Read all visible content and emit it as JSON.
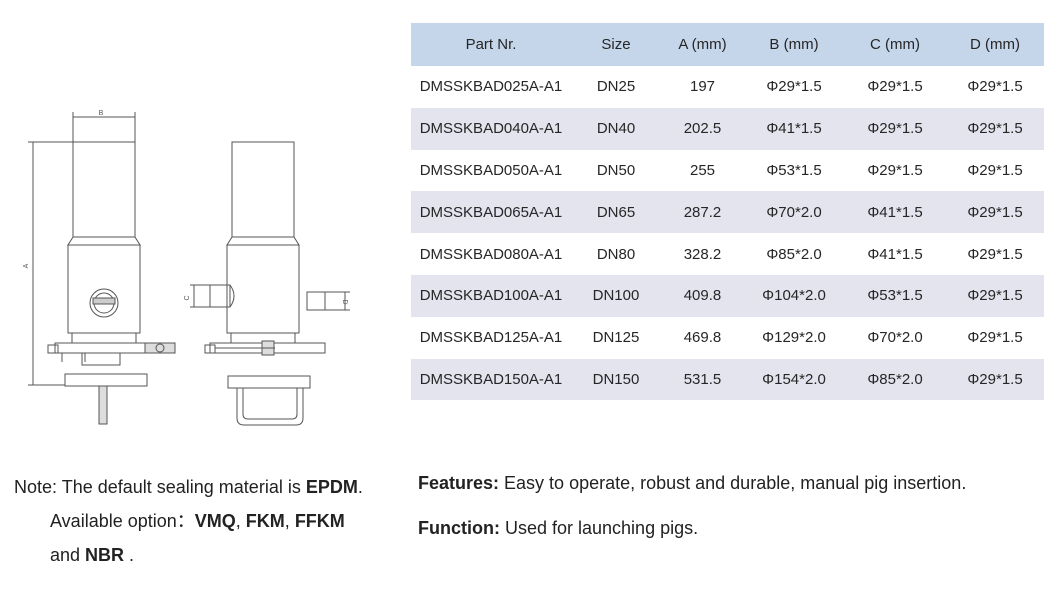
{
  "drawing": {
    "dim_labels": {
      "a": "A",
      "b": "B",
      "c": "C",
      "d": "D"
    }
  },
  "table": {
    "headers": [
      "Part Nr.",
      "Size",
      "A (mm)",
      "B (mm)",
      "C (mm)",
      "D (mm)"
    ],
    "rows": [
      [
        "DMSSKBAD025A-A1",
        "DN25",
        "197",
        "Φ29*1.5",
        "Φ29*1.5",
        "Φ29*1.5"
      ],
      [
        "DMSSKBAD040A-A1",
        "DN40",
        "202.5",
        "Φ41*1.5",
        "Φ29*1.5",
        "Φ29*1.5"
      ],
      [
        "DMSSKBAD050A-A1",
        "DN50",
        "255",
        "Φ53*1.5",
        "Φ29*1.5",
        "Φ29*1.5"
      ],
      [
        "DMSSKBAD065A-A1",
        "DN65",
        "287.2",
        "Φ70*2.0",
        "Φ41*1.5",
        "Φ29*1.5"
      ],
      [
        "DMSSKBAD080A-A1",
        "DN80",
        "328.2",
        "Φ85*2.0",
        "Φ41*1.5",
        "Φ29*1.5"
      ],
      [
        "DMSSKBAD100A-A1",
        "DN100",
        "409.8",
        "Φ104*2.0",
        "Φ53*1.5",
        "Φ29*1.5"
      ],
      [
        "DMSSKBAD125A-A1",
        "DN125",
        "469.8",
        "Φ129*2.0",
        "Φ70*2.0",
        "Φ29*1.5"
      ],
      [
        "DMSSKBAD150A-A1",
        "DN150",
        "531.5",
        "Φ154*2.0",
        "Φ85*2.0",
        "Φ29*1.5"
      ]
    ]
  },
  "note": {
    "prefix": "Note: The default sealing material is ",
    "default_material": "EPDM",
    "after_default": ".",
    "available_label": "Available option：",
    "opt1": "VMQ",
    "sep1": ", ",
    "opt2": "FKM",
    "sep2": ", ",
    "opt3": "FFKM",
    "and_text": "and ",
    "opt4": "NBR",
    "end": " ."
  },
  "features": {
    "label": "Features:",
    "text": " Easy to operate, robust and durable, manual pig insertion."
  },
  "function": {
    "label": "Function:",
    "text": " Used for launching pigs."
  }
}
